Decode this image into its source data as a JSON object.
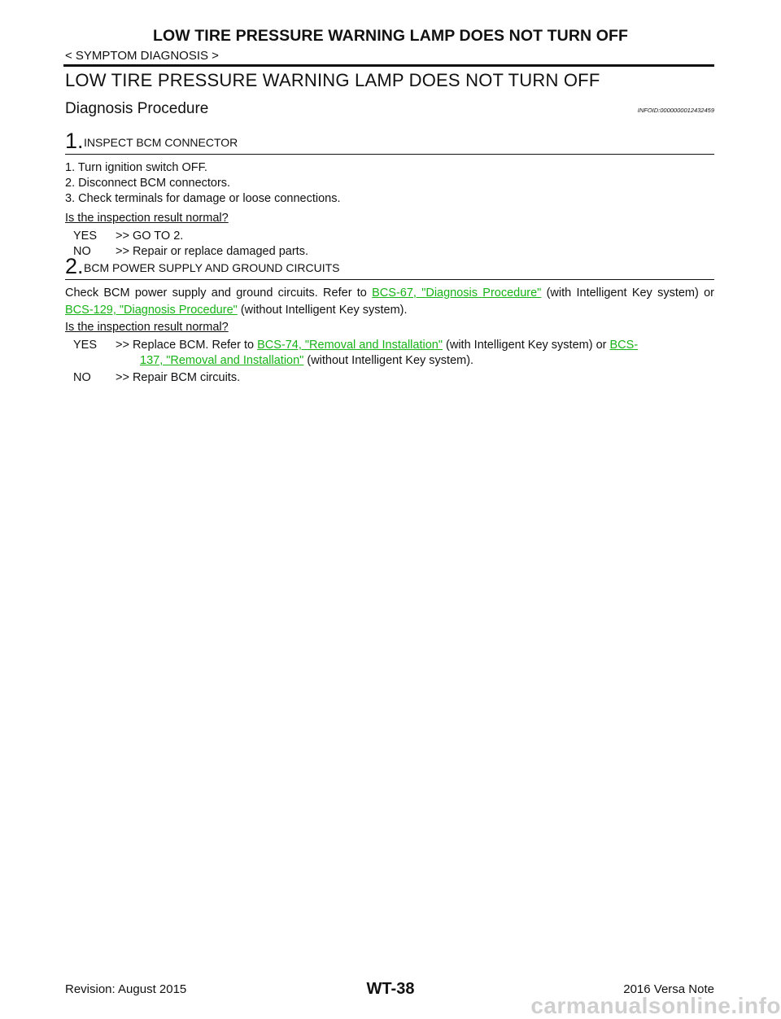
{
  "header": {
    "title": "LOW TIRE PRESSURE WARNING LAMP DOES NOT TURN OFF",
    "section": "< SYMPTOM DIAGNOSIS >"
  },
  "main": {
    "title": "LOW TIRE PRESSURE WARNING LAMP DOES NOT TURN OFF",
    "subtitle": "Diagnosis Procedure",
    "info_id": "INFOID:0000000012432459"
  },
  "step1": {
    "num": "1.",
    "title": "INSPECT BCM CONNECTOR",
    "items": [
      "1.   Turn ignition switch OFF.",
      "2.   Disconnect BCM connectors.",
      "3.   Check terminals for damage or loose connections."
    ],
    "question": "Is the inspection result normal?",
    "yes_label": "YES",
    "yes_text": ">> GO TO 2.",
    "no_label": "NO",
    "no_text": ">> Repair or replace damaged parts."
  },
  "step2": {
    "num": "2.",
    "title": "BCM POWER SUPPLY AND GROUND CIRCUITS",
    "text_a": "Check BCM power supply and ground circuits. Refer to ",
    "link_a": "BCS-67, \"Diagnosis Procedure\"",
    "text_b": " (with Intelligent Key system) or ",
    "link_b": "BCS-129, \"Diagnosis Procedure\"",
    "text_c": "  (without Intelligent Key system).",
    "question": "Is the inspection result normal?",
    "yes_label": "YES",
    "yes_text_a": ">> Replace BCM. Refer to ",
    "yes_link_a": "BCS-74, \"Removal and Installation\"",
    "yes_text_b": " (with Intelligent Key system) or ",
    "yes_link_b1": "BCS-",
    "yes_link_b2": "137, \"Removal and Installation\"",
    "yes_text_c": " (without Intelligent Key system).",
    "no_label": "NO",
    "no_text": ">> Repair BCM circuits."
  },
  "footer": {
    "revision": "Revision: August 2015",
    "page": "WT-38",
    "model": "2016 Versa Note",
    "watermark": "carmanualsonline.info"
  },
  "colors": {
    "link": "#17b317",
    "text": "#111111"
  }
}
